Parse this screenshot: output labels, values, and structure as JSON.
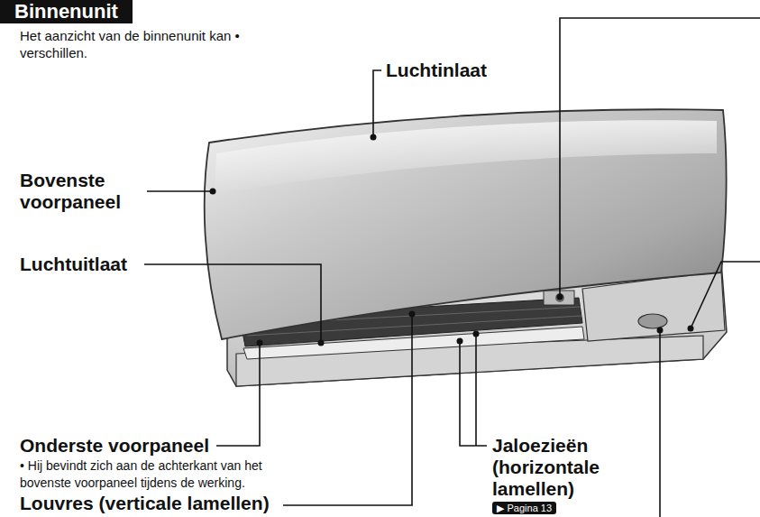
{
  "diagram": {
    "title": "Binnenunit",
    "labels": [
      "Het aanzicht van de binnenunit kan • verschillen.",
      "Luchtinlaat",
      "Bovenste voorpaneel",
      "Luchtuitlaat",
      "Onderste voorpaneel",
      "• Hij bevindt zich aan de achterkant van het bovenste voorpaneel tijdens de werking.",
      "Jaloezieën (horizontale lamellen)",
      "▶ Pagina 13",
      "Louvres (verticale lamellen)"
    ]
  }
}
